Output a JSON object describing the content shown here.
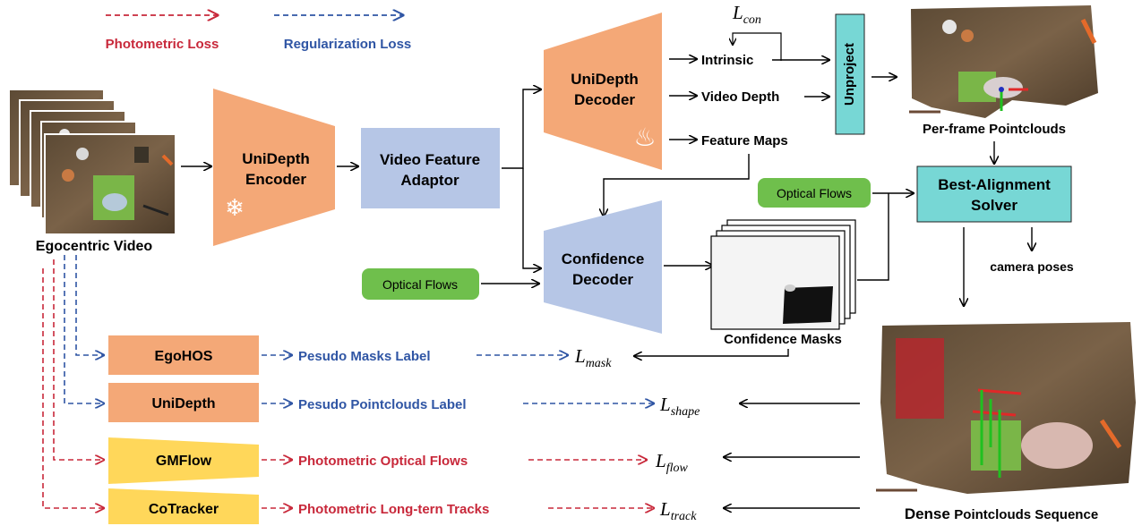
{
  "legend": {
    "photometric": "Photometric Loss",
    "regularization": "Regularization Loss",
    "colors": {
      "photometric": "#c8283a",
      "regularization": "#2f55a4"
    }
  },
  "icons": {
    "snowflake": "❄",
    "flame": "♨"
  },
  "nodes": {
    "egocentric_video": "Egocentric Video",
    "encoder": [
      "UniDepth",
      "Encoder"
    ],
    "adaptor": [
      "Video Feature",
      "Adaptor"
    ],
    "unidepth_decoder": [
      "UniDepth",
      "Decoder"
    ],
    "outputs": {
      "intrinsic": "Intrinsic",
      "video_depth": "Video Depth",
      "feature_maps": "Feature Maps"
    },
    "unproject": "Unproject",
    "per_frame_pointclouds": "Per-frame Pointclouds",
    "solver": [
      "Best-Alignment",
      "Solver"
    ],
    "camera_poses": "camera poses",
    "optical_flows": "Optical Flows",
    "confidence_decoder": [
      "Confidence",
      "Decoder"
    ],
    "confidence_masks": "Confidence Masks",
    "dense": [
      "Dense",
      "Pointclouds Sequence"
    ]
  },
  "rows": [
    {
      "model": "EgoHOS",
      "output": "Pesudo Masks Label"
    },
    {
      "model": "UniDepth",
      "output": "Pesudo Pointclouds Label"
    },
    {
      "model": "GMFlow",
      "output": "Photometric Optical Flows"
    },
    {
      "model": "CoTracker",
      "output": "Photometric Long-tern Tracks"
    }
  ],
  "losses": {
    "con": "con",
    "mask": "mask",
    "shape": "shape",
    "flow": "flow",
    "track": "track"
  }
}
